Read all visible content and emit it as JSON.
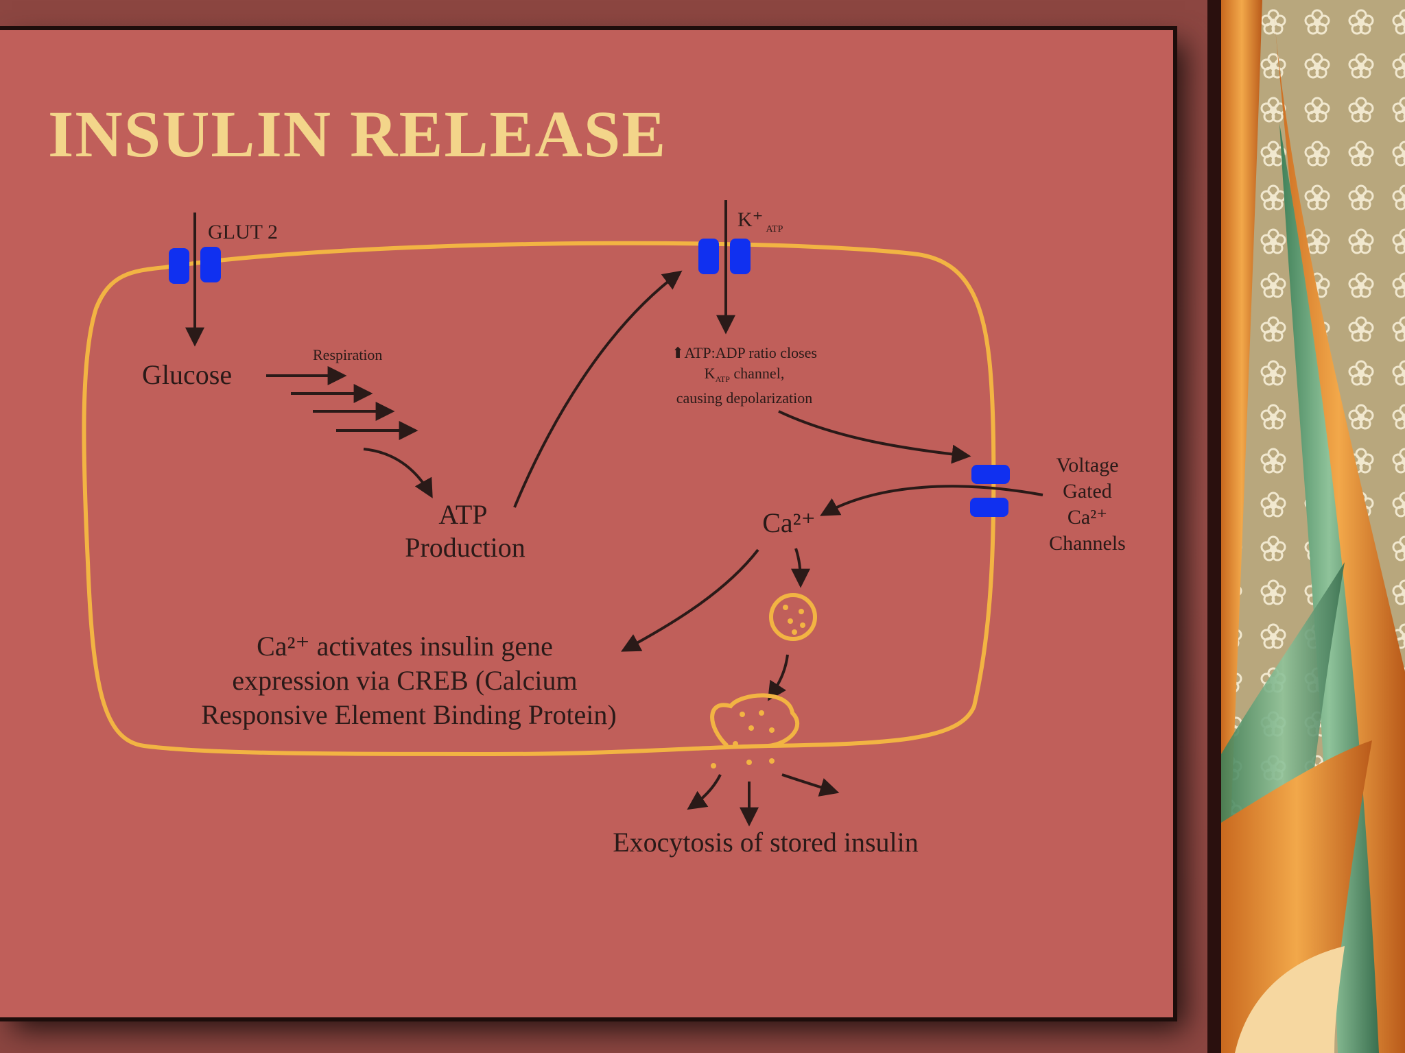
{
  "slide": {
    "title": "INSULIN RELEASE"
  },
  "diagram": {
    "labels": {
      "glut2": "GLUT 2",
      "katp": "K⁺",
      "katp_sub": "ATP",
      "glucose": "Glucose",
      "respiration": "Respiration",
      "atp_line1": "ATP",
      "atp_line2": "Production",
      "ratio_line1": "⬆ATP:ADP ratio closes",
      "ratio_line2": "K",
      "ratio_line2_sub": "ATP",
      "ratio_line2_rest": " channel,",
      "ratio_line3": "causing depolarization",
      "ca": "Ca²⁺",
      "voltage_line1": "Voltage",
      "voltage_line2": "Gated",
      "voltage_line3": "Ca²⁺",
      "voltage_line4": "Channels",
      "creb_line1": "Ca²⁺ activates insulin gene",
      "creb_line2": "expression via CREB (Calcium",
      "creb_line3": "Responsive Element Binding Protein)",
      "exocytosis": "Exocytosis of stored insulin"
    }
  },
  "colors": {
    "background": "#c05f5a",
    "title": "#f3d58a",
    "membrane": "#f2b443",
    "channel": "#1030f0",
    "arrow": "#2a1a18"
  }
}
